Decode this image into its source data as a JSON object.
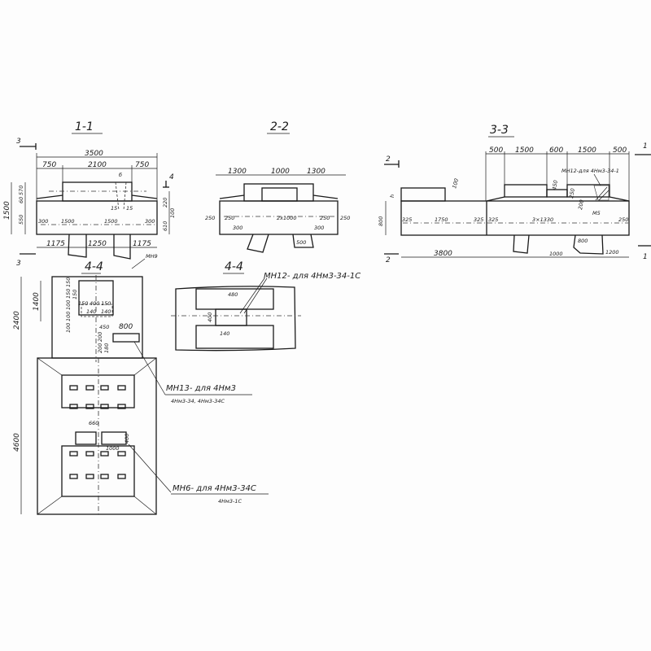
{
  "sections": {
    "s11": {
      "title": "1-1",
      "cut_left": "3",
      "dims": {
        "overall": "3500",
        "left": "750",
        "mid": "2100",
        "right": "750",
        "b": "б",
        "height": "1500",
        "h570": "570",
        "h60": "60",
        "h550": "550",
        "r220": "220",
        "r100": "100",
        "r610": "610",
        "c15a": "15",
        "c15b": "15",
        "p300a": "300",
        "p1500a": "1500",
        "p1500b": "1500",
        "p300b": "300",
        "b1175a": "1175",
        "b1250": "1250",
        "b1175b": "1175"
      },
      "cut_marker": "4",
      "mark": "МН9"
    },
    "s22": {
      "title": "2-2",
      "dims": {
        "d1300a": "1300",
        "d1000": "1000",
        "d1300b": "1300",
        "l250a": "250",
        "l250b": "250",
        "l300": "300",
        "mid": "2х1000",
        "r250a": "250",
        "r300": "300",
        "r250b": "250",
        "pile": "500"
      }
    },
    "s33": {
      "title": "3-3",
      "cut_left": "2",
      "cut_right": "1",
      "dims": {
        "t500a": "500",
        "t1500a": "1500",
        "t600": "600",
        "t1500b": "1500",
        "t500b": "500",
        "h": "h",
        "h800": "800",
        "v100": "100",
        "v450": "450",
        "p325a": "325",
        "p1750": "1750",
        "p325b": "325",
        "p325c": "325",
        "p3x1330": "3×1330",
        "p250": "250",
        "b3800": "3800",
        "b1000": "1000",
        "b800": "800",
        "b1200": "1200",
        "m15": "М5",
        "v200": "200",
        "v250": "250"
      },
      "note": "МН12-для 4Нм3-34-1"
    },
    "s44a": {
      "title": "4-4",
      "dims": {
        "d2400": "2400",
        "d1400": "1400",
        "d4600": "4600",
        "v150a": "150",
        "v150b": "150",
        "v150c": "150",
        "v100a": "100",
        "v100b": "100",
        "v100c": "100",
        "h150a": "150",
        "h400": "400",
        "h150b": "150",
        "h140a": "140",
        "h140b": "140",
        "d450": "450",
        "d800": "800",
        "d200a": "200",
        "d200b": "200",
        "d180": "180",
        "d660": "660",
        "d400": "400",
        "d1000": "1000"
      },
      "note13a": "МН13- для 4Нм3",
      "note13b": "4Нм3-34, 4Нм3-34С",
      "note6a": "МН6- для 4Нм3-34С",
      "note6b": "4Нм3-1С"
    },
    "s44b": {
      "title": "4-4",
      "dims": {
        "d480": "480",
        "d400": "400",
        "d140": "140"
      },
      "note": "МН12- для 4Нм3-34-1С"
    }
  }
}
